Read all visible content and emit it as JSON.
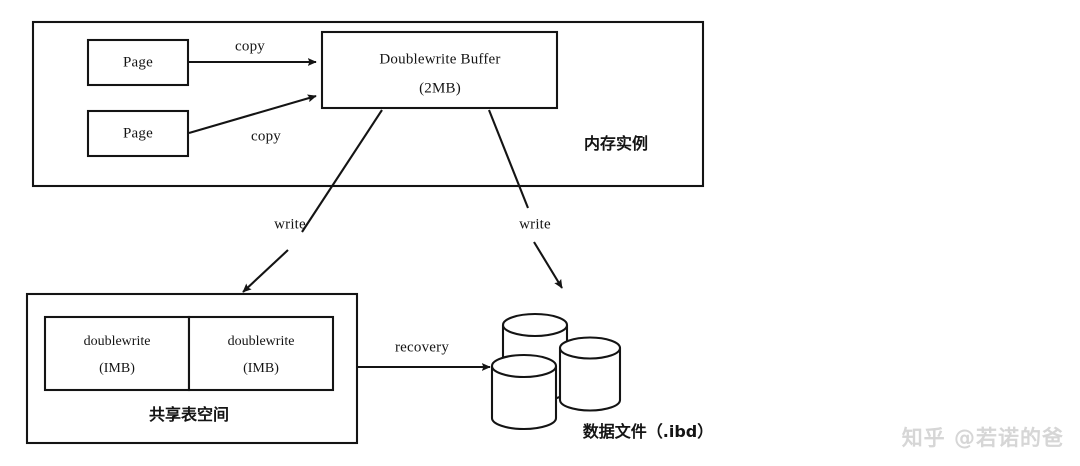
{
  "diagram": {
    "title": "InnoDB Doublewrite Buffer flow",
    "stroke_color": "#1a1a1a",
    "background_color": "#ffffff"
  },
  "memory_instance": {
    "region_label": "内存实例",
    "pages": [
      {
        "label": "Page"
      },
      {
        "label": "Page"
      }
    ],
    "buffer": {
      "line1": "Doublewrite Buffer",
      "line2": "(2MB)"
    },
    "copy_edges": [
      {
        "label": "copy"
      },
      {
        "label": "copy"
      }
    ]
  },
  "write_edges": [
    {
      "label": "write"
    },
    {
      "label": "write"
    }
  ],
  "shared_tablespace": {
    "region_label": "共享表空间",
    "segments": [
      {
        "line1": "doublewrite",
        "line2": "(IMB)"
      },
      {
        "line1": "doublewrite",
        "line2": "(IMB)"
      }
    ]
  },
  "recovery_edge": {
    "label": "recovery"
  },
  "data_files": {
    "label": "数据文件（.ibd）",
    "cylinder_count": 3
  },
  "watermark": {
    "text": "知乎 @若诺的爸"
  }
}
